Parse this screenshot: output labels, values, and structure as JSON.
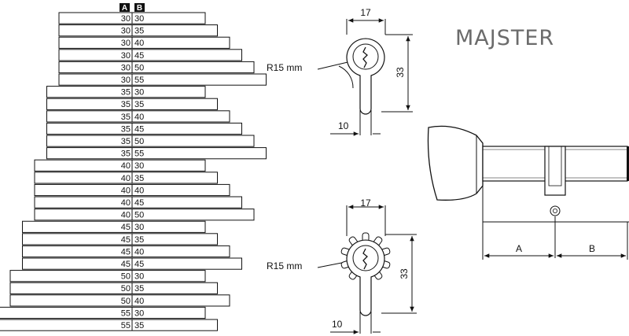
{
  "brand": "MAJSTER",
  "table": {
    "header_a": "A",
    "header_b": "B",
    "rows": [
      {
        "a": "30",
        "b": "30"
      },
      {
        "a": "30",
        "b": "35"
      },
      {
        "a": "30",
        "b": "40"
      },
      {
        "a": "30",
        "b": "45"
      },
      {
        "a": "30",
        "b": "50"
      },
      {
        "a": "30",
        "b": "55"
      },
      {
        "a": "35",
        "b": "30"
      },
      {
        "a": "35",
        "b": "35"
      },
      {
        "a": "35",
        "b": "40"
      },
      {
        "a": "35",
        "b": "45"
      },
      {
        "a": "35",
        "b": "50"
      },
      {
        "a": "35",
        "b": "55"
      },
      {
        "a": "40",
        "b": "30"
      },
      {
        "a": "40",
        "b": "35"
      },
      {
        "a": "40",
        "b": "40"
      },
      {
        "a": "40",
        "b": "45"
      },
      {
        "a": "40",
        "b": "50"
      },
      {
        "a": "45",
        "b": "30"
      },
      {
        "a": "45",
        "b": "35"
      },
      {
        "a": "45",
        "b": "40"
      },
      {
        "a": "45",
        "b": "45"
      },
      {
        "a": "50",
        "b": "30"
      },
      {
        "a": "50",
        "b": "35"
      },
      {
        "a": "50",
        "b": "40"
      },
      {
        "a": "55",
        "b": "30"
      },
      {
        "a": "55",
        "b": "35"
      }
    ]
  },
  "top_profile": {
    "width_label": "17",
    "height_label": "33",
    "radius_label": "R15 mm",
    "foot_label": "10"
  },
  "bottom_profile": {
    "width_label": "17",
    "height_label": "33",
    "radius_label": "R15 mm",
    "foot_label": "10"
  },
  "cylinder": {
    "label_a": "A",
    "label_b": "B"
  }
}
